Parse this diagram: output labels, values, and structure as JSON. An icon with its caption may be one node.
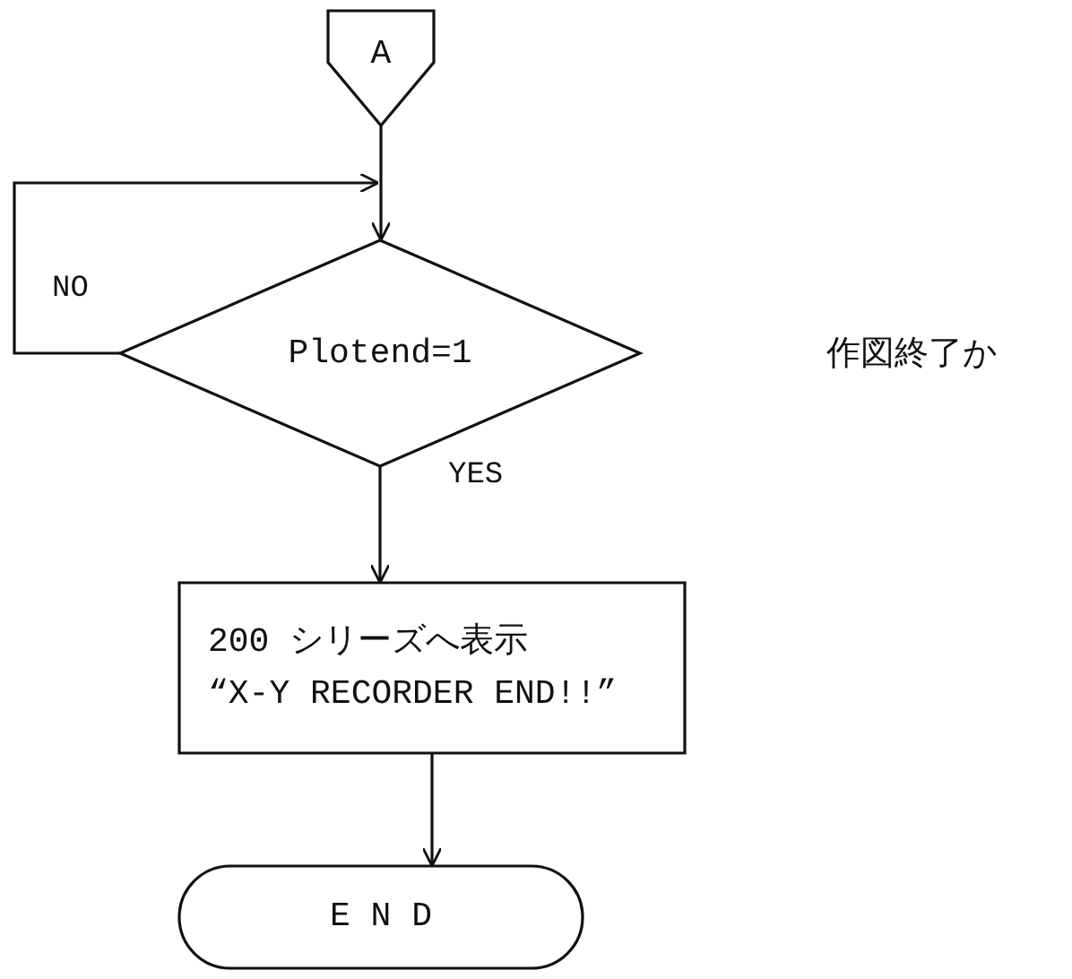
{
  "diagram": {
    "nodes": [
      {
        "text": [
          "A"
        ]
      },
      {
        "text": [
          "Plotend=1"
        ]
      },
      {
        "text": [
          "200 シリーズへ表示",
          "“X-Y RECORDER END!!”"
        ]
      },
      {
        "text": [
          "E N D"
        ]
      }
    ],
    "edges": [
      {
        "from": 0,
        "to": 1,
        "arrow": "to"
      },
      {
        "from": 1,
        "to": 1,
        "arrow": "to",
        "label": "NO"
      },
      {
        "from": 1,
        "to": 2,
        "arrow": "to",
        "label": "YES"
      },
      {
        "from": 2,
        "to": 3,
        "arrow": "to"
      }
    ],
    "labels": [
      "作図終了か"
    ]
  }
}
